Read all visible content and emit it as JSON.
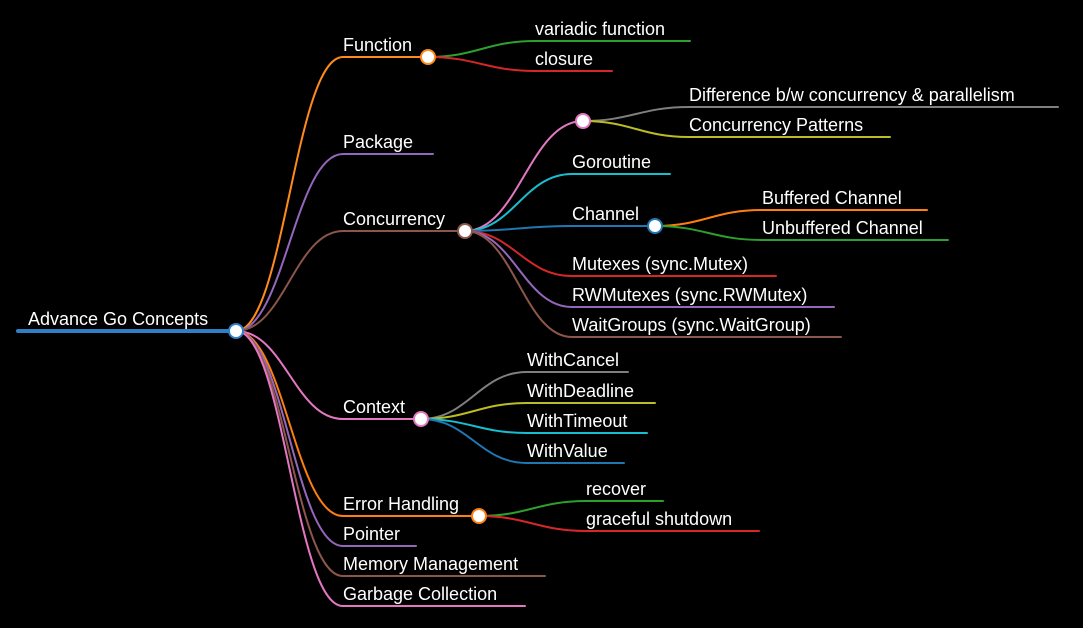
{
  "root": {
    "label": "Advance Go Concepts",
    "color": "#2f7fc4"
  },
  "nodes": [
    {
      "id": "function",
      "label": "Function",
      "color": "#ff8c1a",
      "children": [
        {
          "id": "variadic",
          "label": "variadic function",
          "color": "#2ea02e"
        },
        {
          "id": "closure",
          "label": "closure",
          "color": "#d62728"
        }
      ]
    },
    {
      "id": "package",
      "label": "Package",
      "color": "#9467bd"
    },
    {
      "id": "concurrency",
      "label": "Concurrency",
      "color": "#8c564b",
      "children": [
        {
          "id": "diff-group",
          "label": "",
          "color": "#e377c2",
          "children": [
            {
              "id": "difference",
              "label": "Difference b/w concurrency & parallelism",
              "color": "#7f7f7f"
            },
            {
              "id": "patterns",
              "label": "Concurrency Patterns",
              "color": "#bcbd22"
            }
          ]
        },
        {
          "id": "goroutine",
          "label": "Goroutine",
          "color": "#17becf"
        },
        {
          "id": "channel",
          "label": "Channel",
          "color": "#1f77b4",
          "children": [
            {
              "id": "buffered",
              "label": "Buffered Channel",
              "color": "#ff7f0e"
            },
            {
              "id": "unbuffered",
              "label": "Unbuffered Channel",
              "color": "#2ca02c"
            }
          ]
        },
        {
          "id": "mutexes",
          "label": "Mutexes (sync.Mutex)",
          "color": "#d62728"
        },
        {
          "id": "rwmutexes",
          "label": "RWMutexes (sync.RWMutex)",
          "color": "#9467bd"
        },
        {
          "id": "waitgroups",
          "label": "WaitGroups (sync.WaitGroup)",
          "color": "#8c564b"
        }
      ]
    },
    {
      "id": "context",
      "label": "Context",
      "color": "#e377c2",
      "children": [
        {
          "id": "withcancel",
          "label": "WithCancel",
          "color": "#7f7f7f"
        },
        {
          "id": "withdeadline",
          "label": "WithDeadline",
          "color": "#bcbd22"
        },
        {
          "id": "withtimeout",
          "label": "WithTimeout",
          "color": "#17becf"
        },
        {
          "id": "withvalue",
          "label": "WithValue",
          "color": "#1f77b4"
        }
      ]
    },
    {
      "id": "error-handling",
      "label": "Error Handling",
      "color": "#ff7f0e",
      "children": [
        {
          "id": "recover",
          "label": "recover",
          "color": "#2ca02c"
        },
        {
          "id": "graceful",
          "label": "graceful shutdown",
          "color": "#d62728"
        }
      ]
    },
    {
      "id": "pointer",
      "label": "Pointer",
      "color": "#9467bd"
    },
    {
      "id": "memory",
      "label": "Memory Management",
      "color": "#8c564b"
    },
    {
      "id": "gc",
      "label": "Garbage Collection",
      "color": "#e377c2"
    }
  ]
}
